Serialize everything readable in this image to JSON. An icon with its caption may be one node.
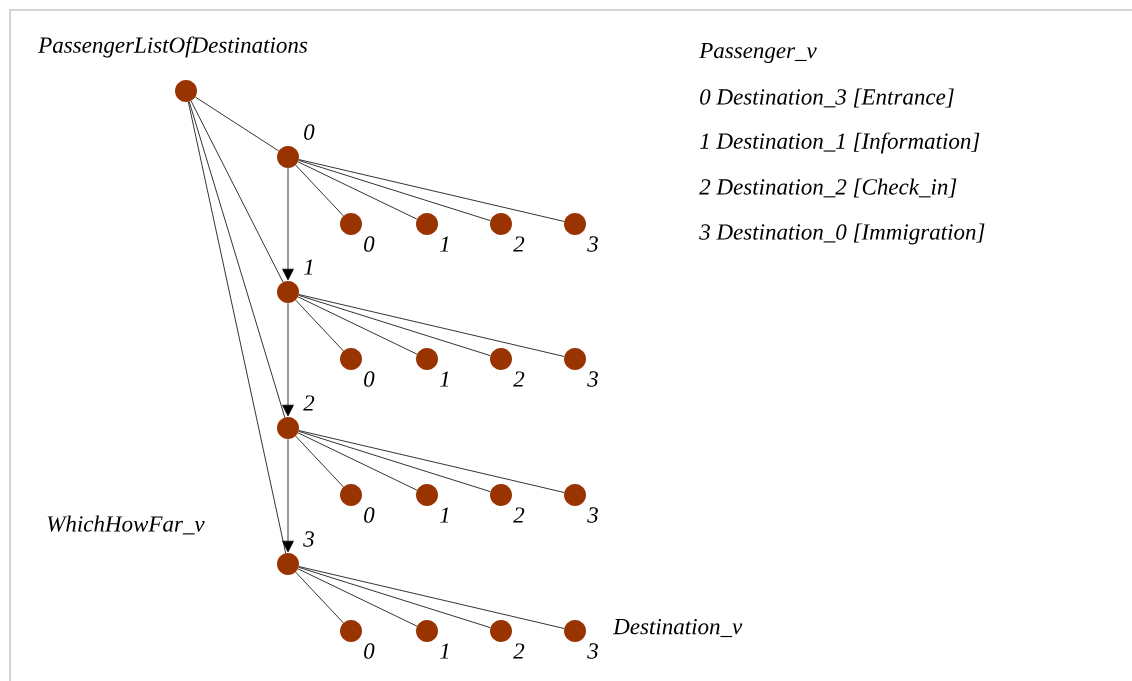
{
  "diagram": {
    "nodes": [
      {
        "text": [],
        "shape": "circle",
        "beside": [
          "PassengerListOfDestinations"
        ]
      },
      {
        "text": [],
        "shape": "circle",
        "beside": [
          "0"
        ]
      },
      {
        "text": [],
        "shape": "circle",
        "beside": [
          "0"
        ]
      },
      {
        "text": [],
        "shape": "circle",
        "beside": [
          "1"
        ]
      },
      {
        "text": [],
        "shape": "circle",
        "beside": [
          "2"
        ]
      },
      {
        "text": [],
        "shape": "circle",
        "beside": [
          "3"
        ]
      },
      {
        "text": [],
        "shape": "circle",
        "beside": [
          "1"
        ]
      },
      {
        "text": [],
        "shape": "circle",
        "beside": [
          "0"
        ]
      },
      {
        "text": [],
        "shape": "circle",
        "beside": [
          "1"
        ]
      },
      {
        "text": [],
        "shape": "circle",
        "beside": [
          "2"
        ]
      },
      {
        "text": [],
        "shape": "circle",
        "beside": [
          "3"
        ]
      },
      {
        "text": [],
        "shape": "circle",
        "beside": [
          "2"
        ]
      },
      {
        "text": [],
        "shape": "circle",
        "beside": [
          "0"
        ]
      },
      {
        "text": [],
        "shape": "circle",
        "beside": [
          "1"
        ]
      },
      {
        "text": [],
        "shape": "circle",
        "beside": [
          "2"
        ]
      },
      {
        "text": [],
        "shape": "circle",
        "beside": [
          "3"
        ]
      },
      {
        "text": [],
        "shape": "circle",
        "beside": [
          "3"
        ]
      },
      {
        "text": [],
        "shape": "circle",
        "beside": [
          "0"
        ]
      },
      {
        "text": [],
        "shape": "circle",
        "beside": [
          "1"
        ]
      },
      {
        "text": [],
        "shape": "circle",
        "beside": [
          "2"
        ]
      },
      {
        "text": [],
        "shape": "circle",
        "beside": [
          "3"
        ]
      }
    ],
    "edges": [
      {
        "from": 0,
        "to": 1,
        "arrow": "none"
      },
      {
        "from": 0,
        "to": 6,
        "arrow": "none"
      },
      {
        "from": 0,
        "to": 11,
        "arrow": "none"
      },
      {
        "from": 0,
        "to": 16,
        "arrow": "none"
      },
      {
        "from": 1,
        "to": 6,
        "arrow": "to"
      },
      {
        "from": 6,
        "to": 11,
        "arrow": "to"
      },
      {
        "from": 11,
        "to": 16,
        "arrow": "to"
      },
      {
        "from": 1,
        "to": 2,
        "arrow": "none"
      },
      {
        "from": 1,
        "to": 3,
        "arrow": "none"
      },
      {
        "from": 1,
        "to": 4,
        "arrow": "none"
      },
      {
        "from": 1,
        "to": 5,
        "arrow": "none"
      },
      {
        "from": 6,
        "to": 7,
        "arrow": "none"
      },
      {
        "from": 6,
        "to": 8,
        "arrow": "none"
      },
      {
        "from": 6,
        "to": 9,
        "arrow": "none"
      },
      {
        "from": 6,
        "to": 10,
        "arrow": "none"
      },
      {
        "from": 11,
        "to": 12,
        "arrow": "none"
      },
      {
        "from": 11,
        "to": 13,
        "arrow": "none"
      },
      {
        "from": 11,
        "to": 14,
        "arrow": "none"
      },
      {
        "from": 11,
        "to": 15,
        "arrow": "none"
      },
      {
        "from": 16,
        "to": 17,
        "arrow": "none"
      },
      {
        "from": 16,
        "to": 18,
        "arrow": "none"
      },
      {
        "from": 16,
        "to": 19,
        "arrow": "none"
      },
      {
        "from": 16,
        "to": 20,
        "arrow": "none"
      }
    ],
    "labels": [
      "Passenger_v",
      "0  Destination_3 [Entrance]",
      "1  Destination_1 [Information]",
      "2 Destination_2 [Check_in]",
      "3 Destination_0 [Immigration]",
      "WhichHowFar_v",
      "Destination_v"
    ]
  }
}
